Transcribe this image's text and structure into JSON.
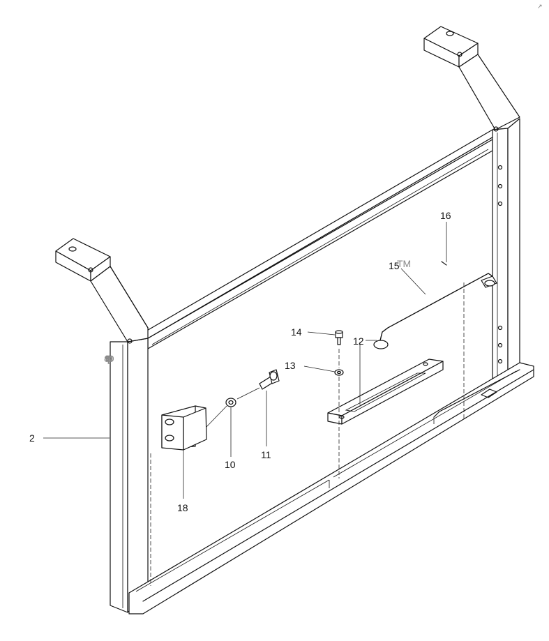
{
  "watermark": {
    "text": "anp",
    "trademark": "TM"
  },
  "corner_mark": "↗",
  "callouts": [
    {
      "id": "label-2",
      "text": "2"
    },
    {
      "id": "label-10",
      "text": "10"
    },
    {
      "id": "label-11",
      "text": "11"
    },
    {
      "id": "label-12",
      "text": "12"
    },
    {
      "id": "label-13",
      "text": "13"
    },
    {
      "id": "label-14",
      "text": "14"
    },
    {
      "id": "label-15",
      "text": "15"
    },
    {
      "id": "label-16",
      "text": "16"
    },
    {
      "id": "label-18",
      "text": "18"
    }
  ]
}
